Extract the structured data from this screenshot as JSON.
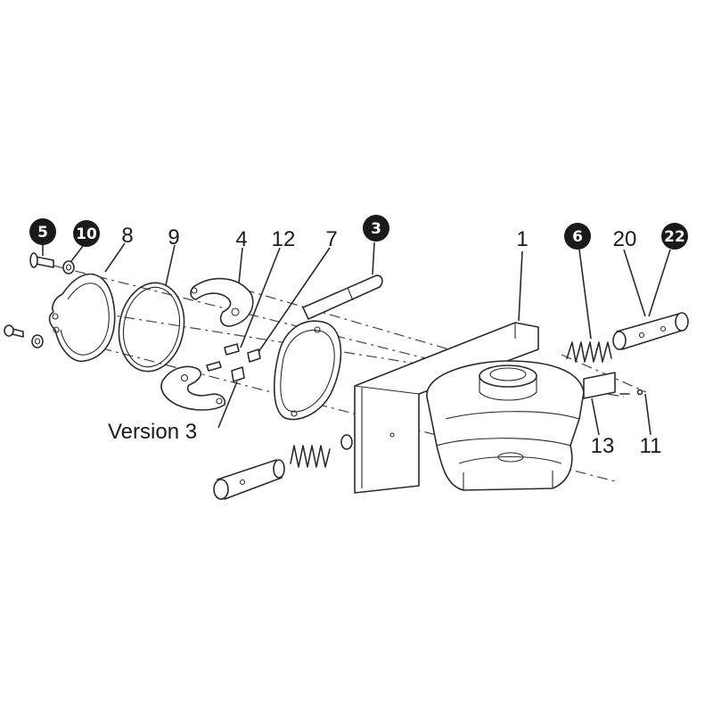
{
  "diagram": {
    "plain_labels": {
      "l8": "8",
      "l9": "9",
      "l4": "4",
      "l12": "12",
      "l7": "7",
      "l1": "1",
      "l20": "20",
      "l13": "13",
      "l11": "11"
    },
    "badge_labels": {
      "b5": "5",
      "b10": "10",
      "b3": "3",
      "b6": "6",
      "b22": "22"
    },
    "variant_label": "Version 3",
    "badge_color": "#1a1a1a",
    "line_color": "#2b2b2b"
  }
}
